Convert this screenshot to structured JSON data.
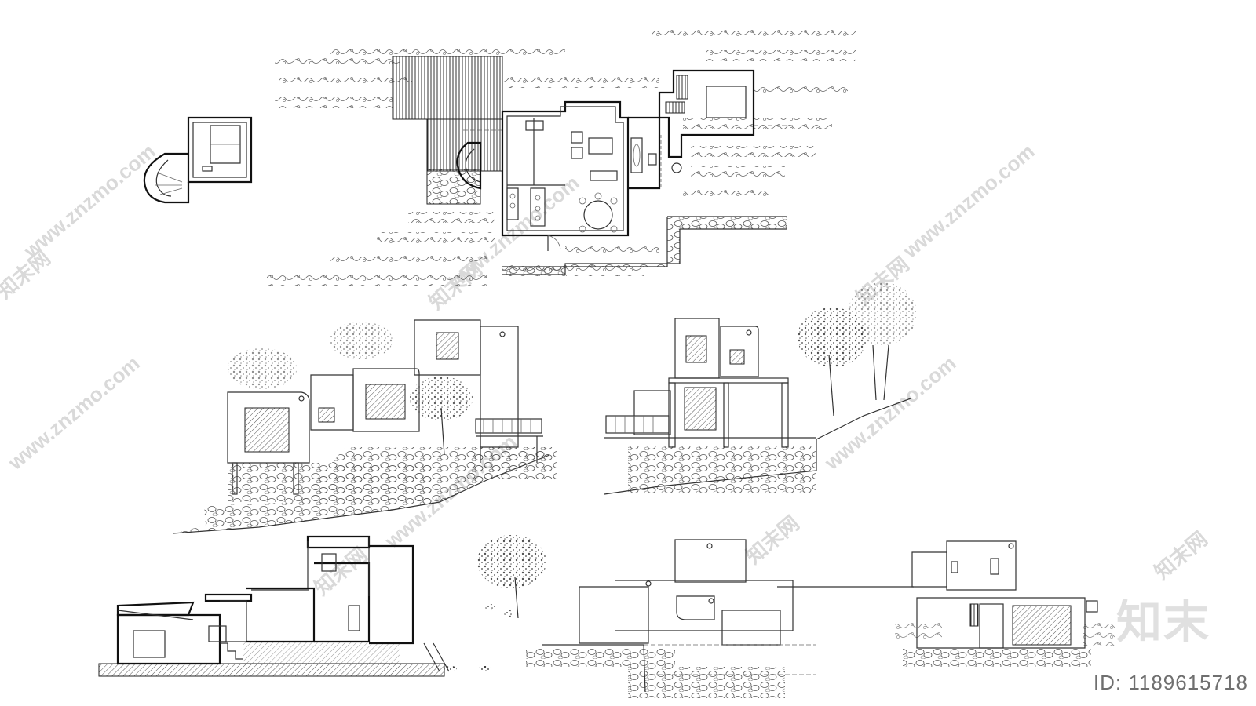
{
  "watermark": {
    "site": "www.znzmo.com",
    "brand_cn": "知末网"
  },
  "logo_text": "知末",
  "id_label": "ID: 1189615718",
  "drawings": [
    {
      "key": "tower-plan",
      "kind": "plan"
    },
    {
      "key": "main-floor-plan",
      "kind": "plan"
    },
    {
      "key": "south-elevation",
      "kind": "elevation"
    },
    {
      "key": "east-elevation",
      "kind": "elevation"
    },
    {
      "key": "long-section",
      "kind": "section"
    },
    {
      "key": "west-elevation",
      "kind": "elevation"
    },
    {
      "key": "north-elevation",
      "kind": "elevation"
    }
  ]
}
